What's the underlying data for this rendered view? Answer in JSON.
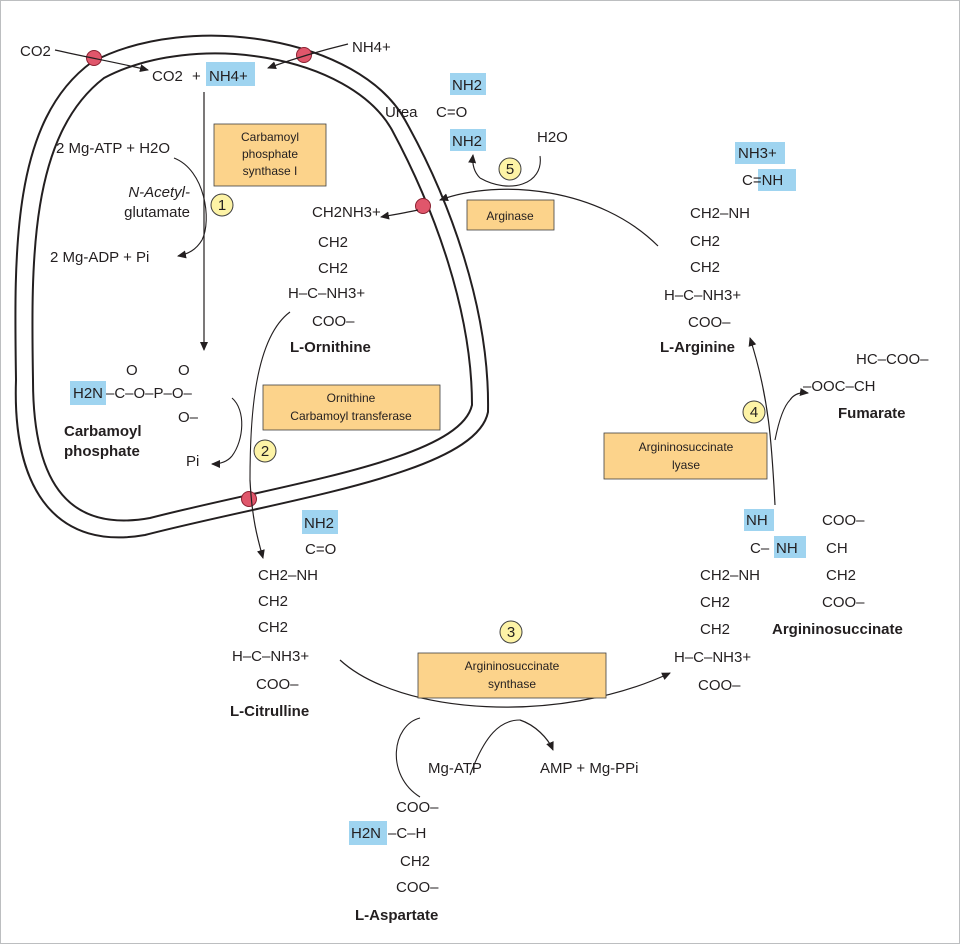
{
  "inputs": {
    "co2": "CO2",
    "nh4": "NH4+"
  },
  "combined": {
    "co2": "CO2",
    "plus": "+",
    "nh4": "NH4+"
  },
  "step1": {
    "atp": "2 Mg-ATP + H2O",
    "activator_1": "N-Acetyl-",
    "activator_2": "glutamate",
    "adp": "2 Mg-ADP + Pi"
  },
  "enzymes": {
    "cps1": [
      "Carbamoyl",
      "phosphate",
      "synthase  I"
    ],
    "otc": [
      "Ornithine",
      "Carbamoyl transferase"
    ],
    "arginase": "Arginase",
    "ass": [
      "Argininosuccinate",
      "synthase"
    ],
    "asl": [
      "Argininosuccinate",
      "lyase"
    ]
  },
  "steps": [
    "1",
    "2",
    "3",
    "4",
    "5"
  ],
  "urea": {
    "label": "Urea",
    "nh2_top": "NH2",
    "carbonyl": "C=O",
    "nh2_bottom": "NH2"
  },
  "water": "H2O",
  "ornithine": {
    "r1": "CH2NH3+",
    "r2": "CH2",
    "r3": "CH2",
    "r4": "H–C–NH3+",
    "r5": "COO–",
    "name": "L-Ornithine"
  },
  "carbamoyl_phosphate": {
    "nh2": "H2N",
    "chain": "–C–O–P–O–",
    "o_top1": "O",
    "o_top2": "O",
    "o_bottom": "O–",
    "name_1": "Carbamoyl",
    "name_2": "phosphate"
  },
  "pi": "Pi",
  "citrulline": {
    "nh2": "NH2",
    "r1": "C=O",
    "r2": "CH2–NH",
    "r3": "CH2",
    "r4": "CH2",
    "r5": "H–C–NH3+",
    "r6": "COO–",
    "name": "L-Citrulline"
  },
  "atp_step3": "Mg-ATP",
  "amp": "AMP + Mg-PPi",
  "aspartate": {
    "r1": "COO–",
    "nh2": "H2N",
    "r2": "–C–H",
    "r3": "CH2",
    "r4": "COO–",
    "name": "L-Aspartate"
  },
  "argininosuccinate": {
    "nh": "NH",
    "c": "C–",
    "nh_link": "NH",
    "r_left2": "CH2–NH",
    "r3": "CH2",
    "r4": "CH2",
    "r5": "H–C–NH3+",
    "r6": "COO–",
    "s1": "COO–",
    "s2": "CH",
    "s3": "CH2",
    "s4": "COO–",
    "name": "Argininosuccinate"
  },
  "fumarate": {
    "r1": "HC–COO–",
    "r2": "–OOC–CH",
    "name": "Fumarate"
  },
  "arginine": {
    "nh3": "NH3+",
    "cnh": "C=NH",
    "r1": "CH2–NH",
    "r2": "CH2",
    "r3": "CH2",
    "r4": "H–C–NH3+",
    "r5": "COO–",
    "name": "L-Arginine"
  },
  "colors": {
    "highlight": "#9fd4f0",
    "enzyme_box": "#fcd38b",
    "step_circle": "#fdf3a6",
    "transporter": "#e0566b"
  }
}
